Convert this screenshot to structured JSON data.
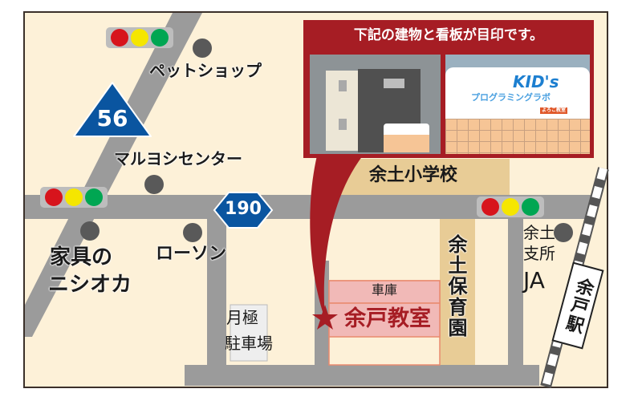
{
  "colors": {
    "background": "#fdf1d8",
    "road": "#9b9b9b",
    "block": "#e8cc96",
    "accent_red": "#a61d24",
    "route_blue": "#0a55a0",
    "classroom_pink": "#f1b9b7",
    "signal_red": "#d7141c",
    "signal_yellow": "#f5e600",
    "signal_green": "#00a652"
  },
  "callout": {
    "title": "下記の建物と看板が目印です。",
    "sign_logo": "KID's",
    "sign_subtitle": "プログラミングラボ",
    "sign_small": "よろこ教室"
  },
  "route_signs": {
    "route_56": "56",
    "route_190": "190"
  },
  "landmarks": {
    "pet_shop": "ペットショップ",
    "maruyoshi": "マルヨシセンター",
    "furniture_line1": "家具の",
    "furniture_line2": "ニシオカ",
    "lawson": "ローソン",
    "parking_line1": "月極",
    "parking_line2": "駐車場",
    "school": "余土小学校",
    "nursery": "余土保育園",
    "ja_line1": "余土",
    "ja_line2": "支所",
    "ja_line3": "JA",
    "station": "余戸駅",
    "garage": "車庫",
    "classroom": "余戸教室"
  },
  "icons": {
    "traffic_light": "traffic-light-icon",
    "landmark_marker": "landmark-dot-icon",
    "destination": "star-icon"
  }
}
